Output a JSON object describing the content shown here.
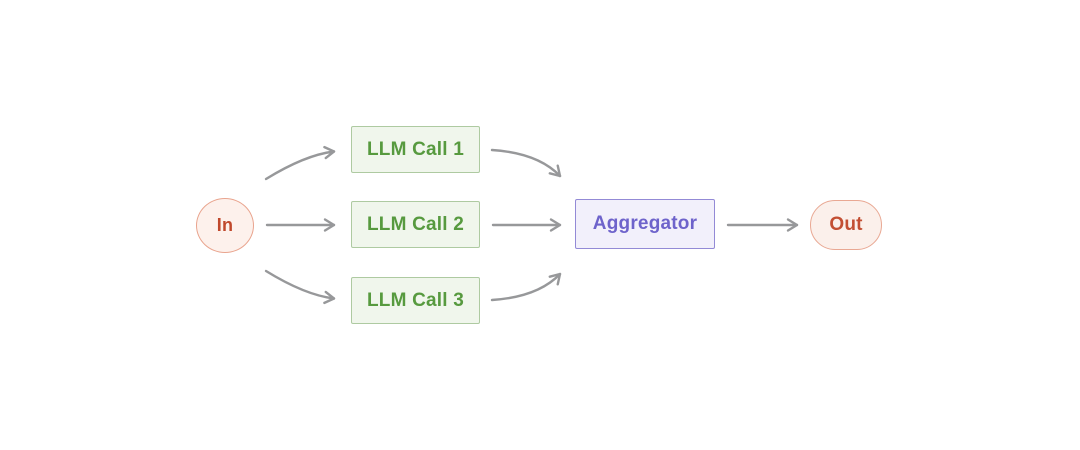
{
  "diagram": {
    "title": "parallelization-workflow",
    "type": "flow-diagram",
    "background_color": "#ffffff",
    "arrow_color": "#97989a",
    "nodes": {
      "in": {
        "label": "In",
        "shape": "ellipse",
        "fill": "#fdf1ec",
        "border_color": "#e9a48e",
        "text_color": "#c0482c"
      },
      "llm_call_1": {
        "label": "LLM Call 1",
        "shape": "rectangle",
        "fill": "#f0f6ec",
        "border_color": "#aecaa1",
        "text_color": "#579a3f"
      },
      "llm_call_2": {
        "label": "LLM Call 2",
        "shape": "rectangle",
        "fill": "#f0f6ec",
        "border_color": "#aecaa1",
        "text_color": "#579a3f"
      },
      "llm_call_3": {
        "label": "LLM Call 3",
        "shape": "rectangle",
        "fill": "#f0f6ec",
        "border_color": "#aecaa1",
        "text_color": "#579a3f"
      },
      "aggregator": {
        "label": "Aggregator",
        "shape": "rectangle",
        "fill": "#f2f0fb",
        "border_color": "#938ad6",
        "text_color": "#6e63cb"
      },
      "out": {
        "label": "Out",
        "shape": "pill",
        "fill": "#fbf0eb",
        "border_color": "#e9a893",
        "text_color": "#c34f33"
      }
    },
    "edges": [
      {
        "from": "in",
        "to": "llm_call_1",
        "style": "curved"
      },
      {
        "from": "in",
        "to": "llm_call_2",
        "style": "straight"
      },
      {
        "from": "in",
        "to": "llm_call_3",
        "style": "curved"
      },
      {
        "from": "llm_call_1",
        "to": "aggregator",
        "style": "curved"
      },
      {
        "from": "llm_call_2",
        "to": "aggregator",
        "style": "straight"
      },
      {
        "from": "llm_call_3",
        "to": "aggregator",
        "style": "curved"
      },
      {
        "from": "aggregator",
        "to": "out",
        "style": "straight"
      }
    ]
  }
}
